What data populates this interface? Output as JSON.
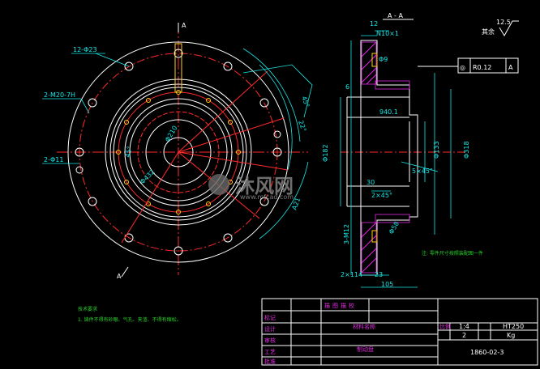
{
  "plan_view": {
    "section_mark_top": "A",
    "section_mark_bottom": "A",
    "callout_holes_12": "12-Φ23",
    "callout_thread": "2-M20-7H",
    "callout_holes_2": "2-Φ11",
    "dim_angle_1": "45°",
    "dim_angle_2": "22°",
    "dim_angle_3": "45°",
    "dim_r_a": "A21",
    "dim_center": "Φ210",
    "dim_inner": "Φ432",
    "dim_small_angle": "45°"
  },
  "section_view": {
    "title": "A - A",
    "dim_12": "12",
    "dim_thread_top": "N10×1",
    "dim_phi9": "Φ9",
    "dim_phi182": "Φ182",
    "dim_phi133": "Φ133",
    "dim_phi318": "Φ318",
    "dim_chamfer": "5×45°",
    "dim_30": "30",
    "dim_chamfer2": "2×45°",
    "dim_thread_bottom": "3-M12",
    "dim_23": "23",
    "dim_105": "105",
    "dim_phi58": "Φ58",
    "dim_bottom_left": "2×114",
    "dim_inner_label": "940.1",
    "dim_left_6": "6",
    "note": "注: 零件尺寸按照装配图一件"
  },
  "roughness": {
    "value": "12.5",
    "suffix": "其余"
  },
  "tolerance": {
    "symbol": "◎",
    "value": "R0.12",
    "datum": "A"
  },
  "tech_notes": {
    "title": "技术要求",
    "line1": "1. 铸件不得有砂眼、气孔、夹渣、不得有缩松。"
  },
  "title_block": {
    "cells_top": [
      "描",
      "图",
      "描",
      "校"
    ],
    "row_labels": [
      "标记",
      "设计",
      "审核",
      "工艺",
      "批准"
    ],
    "part_name": "制动盘",
    "material_label": "材料名称",
    "scale_label": "比例",
    "scale_value": "1:4",
    "material": "HT250",
    "qty": "2",
    "unit": "Kg",
    "drawing_no": "1860-02-3"
  },
  "watermark": {
    "brand": "沐风网",
    "url": "www.mfcad.com"
  }
}
